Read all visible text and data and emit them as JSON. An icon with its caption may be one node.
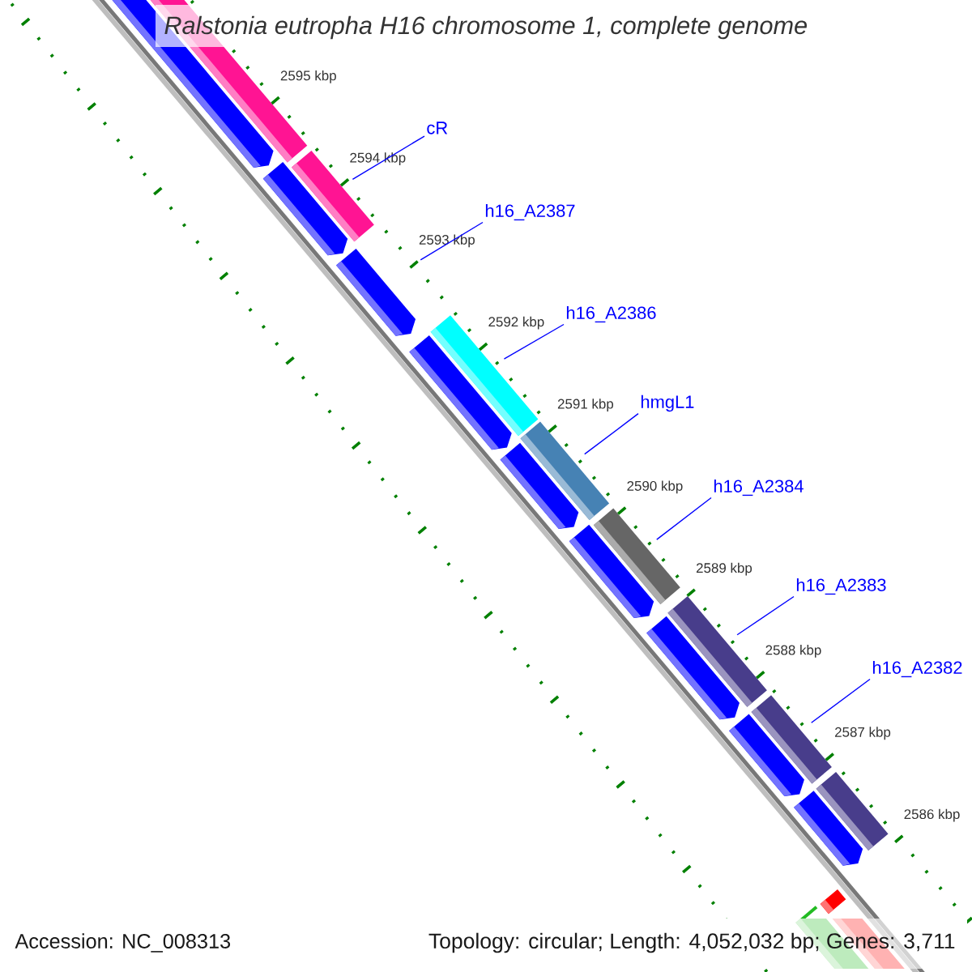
{
  "diagram": {
    "title": "Ralstonia eutropha H16 chromosome 1, complete genome",
    "nodes": [
      {
        "text": [
          "cR"
        ]
      },
      {
        "text": [
          "h16_A2387"
        ]
      },
      {
        "text": [
          "h16_A2386"
        ]
      },
      {
        "text": [
          "hmgL1"
        ]
      },
      {
        "text": [
          "h16_A2384"
        ]
      },
      {
        "text": [
          "h16_A2383"
        ]
      },
      {
        "text": [
          "h16_A2382"
        ]
      },
      {
        "text": [],
        "shape": "arrow"
      },
      {
        "text": [],
        "shape": "bar"
      },
      {
        "text": [],
        "shape": "arrow"
      },
      {
        "text": [],
        "shape": "bar"
      },
      {
        "text": [],
        "shape": "arrow"
      },
      {
        "text": [],
        "shape": "bar"
      },
      {
        "text": [],
        "shape": "arrow"
      },
      {
        "text": [],
        "shape": "bar"
      },
      {
        "text": [],
        "shape": "arrow"
      },
      {
        "text": [],
        "shape": "arrow"
      },
      {
        "text": [],
        "shape": "bar"
      },
      {
        "text": [],
        "shape": "bar"
      },
      {
        "text": [],
        "shape": "arrow"
      },
      {
        "text": [],
        "shape": "bar"
      },
      {
        "text": [],
        "shape": "arrow"
      },
      {
        "text": [],
        "shape": "bar"
      },
      {
        "text": [],
        "shape": "arrow"
      },
      {
        "text": [],
        "shape": "bar"
      },
      {
        "text": [],
        "shape": "bar"
      }
    ],
    "edges": [
      {
        "from": 0,
        "to": 10,
        "arrow": "none"
      },
      {
        "from": 1,
        "to": 11,
        "arrow": "none"
      },
      {
        "from": 2,
        "to": 12,
        "arrow": "none"
      },
      {
        "from": 3,
        "to": 14,
        "arrow": "none"
      },
      {
        "from": 4,
        "to": 17,
        "arrow": "none"
      },
      {
        "from": 5,
        "to": 18,
        "arrow": "none"
      },
      {
        "from": 6,
        "to": 20,
        "arrow": "none"
      }
    ],
    "labels": [
      "2595 kbp",
      "2594 kbp",
      "2593 kbp",
      "2592 kbp",
      "2591 kbp",
      "2590 kbp",
      "2589 kbp",
      "2588 kbp",
      "2587 kbp",
      "2586 kbp",
      "Accession: NC_008313",
      "Topology: circular; Length: 4,052,032 bp; Genes: 3,711"
    ]
  }
}
